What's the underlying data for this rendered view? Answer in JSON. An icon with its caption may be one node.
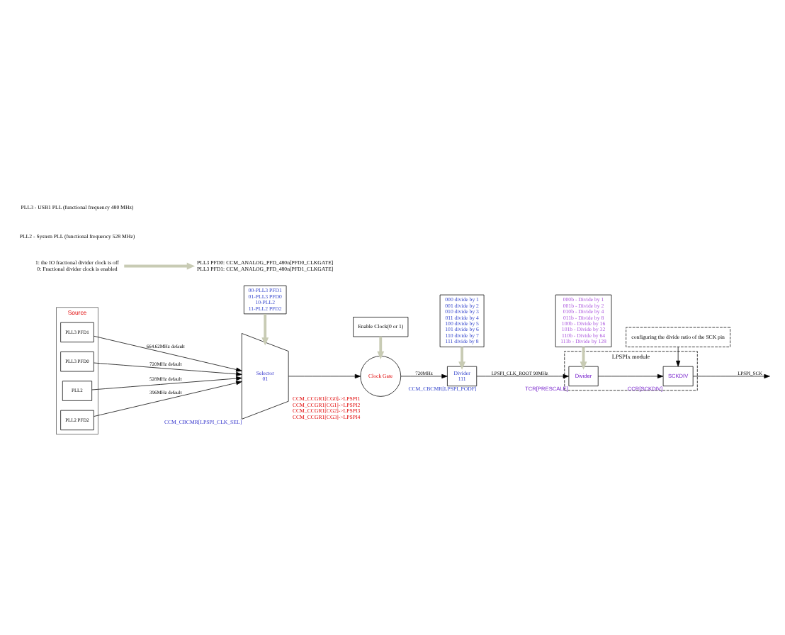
{
  "diagram": {
    "nodes": [
      {
        "text": [
          "Source"
        ]
      },
      {
        "text": [
          "PLL3 PFD1"
        ],
        "in": 0
      },
      {
        "text": [
          "PLL3 PFD0"
        ],
        "in": 0
      },
      {
        "text": [
          "PLL2"
        ],
        "in": 0
      },
      {
        "text": [
          "PLL2 PFD2"
        ],
        "in": 0
      },
      {
        "text": [
          "Selector",
          "01"
        ],
        "beside": [
          "CCM_CBCMR[LPSPI_CLK_SEL]"
        ]
      },
      {
        "text": [
          "Clock Gate"
        ],
        "beside": [
          "CCM_CCGR1[CG0]->LPSPI1",
          "CCM_CCGR1[CG1]->LPSPI2",
          "CCM_CCGR1[CG2]->LPSPI3",
          "CCM_CCGR1[CG3]->LPSPI4"
        ]
      },
      {
        "text": [
          "Enable Clock(0 or 1)"
        ]
      },
      {
        "text": [
          "00-PLL3 PFD1",
          "01-PLL3 PFD0",
          "10-PLL2",
          "11-PLL2 PFD2"
        ]
      },
      {
        "text": [
          "Divider",
          "111"
        ],
        "beside": [
          "CCM_CBCMR[LPSPI_PODF]"
        ]
      },
      {
        "text": [
          "000 divide by 1",
          "001 divide by 2",
          "010 divide by 3",
          "011 divide by 4",
          "100 divide by 5",
          "101 divide by 6",
          "110 divide by 7",
          "111 divide by 8"
        ]
      },
      {
        "text": [
          "LPSPIx module"
        ]
      },
      {
        "text": [
          "Divider"
        ],
        "in": 11,
        "beside": [
          "TCR[PRESCALE]"
        ]
      },
      {
        "text": [
          "SCKDIV"
        ],
        "in": 11,
        "beside": [
          "CCR[SCKDIV]"
        ]
      },
      {
        "text": [
          "000b - Divide by 1",
          "001b - Divide by 2",
          "010b - Divide by 4",
          "011b - Divide by 8",
          "100b - Divide by 16",
          "101b - Divide by 32",
          "110b - Divide by 64",
          "111b - Divide by 128"
        ]
      },
      {
        "text": [
          "configuring the divide ratio of the SCK pin"
        ]
      },
      {
        "text": [
          "PLL3 PFD0: CCM_ANALOG_PFD_480n[PFD0_CLKGATE]",
          "PLL3 PFD1: CCM_ANALOG_PFD_480n[PFD1_CLKGATE]"
        ]
      },
      {
        "text": [
          "1: the IO fractional divider clock is off",
          "0: Fractional divider clock is enabled"
        ]
      }
    ],
    "edges": [
      {
        "from": 1,
        "to": 5,
        "arrow": "to",
        "label": "664.62MHz default"
      },
      {
        "from": 2,
        "to": 5,
        "arrow": "to",
        "label": "720MHz default"
      },
      {
        "from": 3,
        "to": 5,
        "arrow": "to",
        "label": "528MHz default"
      },
      {
        "from": 4,
        "to": 5,
        "arrow": "to",
        "label": "396MHz default"
      },
      {
        "from": 5,
        "to": 6,
        "arrow": "to"
      },
      {
        "from": 6,
        "to": 9,
        "arrow": "to",
        "label": "720MHz"
      },
      {
        "from": 8,
        "to": 5,
        "arrow": "to",
        "style": "thick",
        "color": "#c8cbb4"
      },
      {
        "from": 7,
        "to": 6,
        "arrow": "to",
        "style": "thick",
        "color": "#c8cbb4"
      },
      {
        "from": 10,
        "to": 9,
        "arrow": "to",
        "style": "thick",
        "color": "#c8cbb4"
      },
      {
        "from": 9,
        "to": 12,
        "arrow": "to",
        "label": "LPSPI_CLK_ROOT 90MHz"
      },
      {
        "from": 12,
        "to": 13,
        "arrow": "to"
      },
      {
        "from": 13,
        "to": null,
        "arrow": "to",
        "label": "LPSPI_SCK"
      },
      {
        "from": 14,
        "to": 12,
        "arrow": "to",
        "style": "thick",
        "color": "#c8cbb4"
      },
      {
        "from": 15,
        "to": 13,
        "arrow": "to"
      },
      {
        "from": 17,
        "to": 16,
        "arrow": "to",
        "style": "thick",
        "color": "#c8cbb4"
      }
    ],
    "labels": [
      "PLL2 - System PLL (functional frequency 528 MHz)",
      "PLL3 - USB1 PLL (functional frequency 480 MHz)"
    ]
  }
}
